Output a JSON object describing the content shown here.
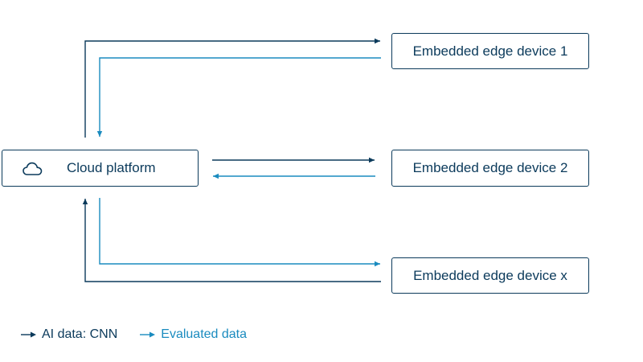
{
  "colors": {
    "ai_data": "#0b3a5b",
    "evaluated_data": "#1a8bbf"
  },
  "nodes": {
    "cloud": {
      "label": "Cloud platform",
      "icon": "cloud-icon"
    },
    "device_1": {
      "label": "Embedded edge device 1"
    },
    "device_2": {
      "label": "Embedded edge device 2"
    },
    "device_x": {
      "label": "Embedded edge device x"
    }
  },
  "legend": {
    "ai_data": "AI data: CNN",
    "evaluated_data": "Evaluated data"
  }
}
